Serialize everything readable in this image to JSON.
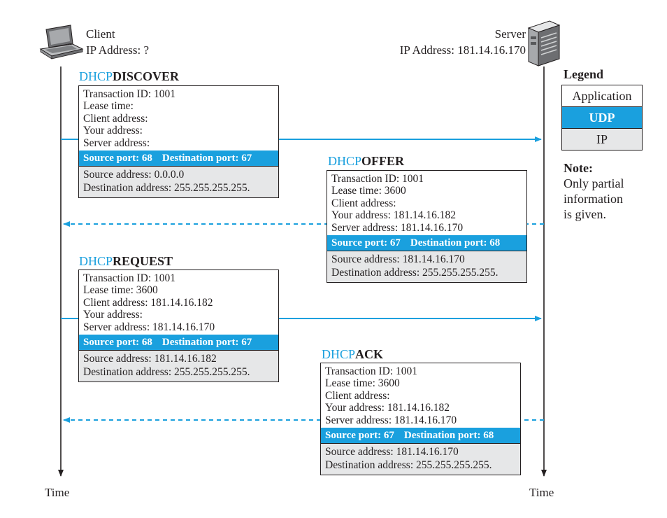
{
  "client": {
    "label": "Client",
    "ip": "IP Address: ?"
  },
  "server": {
    "label": "Server",
    "ip": "IP Address: 181.14.16.170"
  },
  "timeline": {
    "left": "Time",
    "right": "Time"
  },
  "legend": {
    "title": "Legend",
    "layers": [
      "Application",
      "UDP",
      "IP"
    ],
    "note_title": "Note:",
    "note_lines": [
      "Only partial",
      "information",
      "is given."
    ]
  },
  "colors": {
    "accent": "#1aa0de",
    "ip_fill": "#e6e7e8",
    "text": "#231f20"
  },
  "messages": [
    {
      "prefix": "DHCP",
      "name": "DISCOVER",
      "direction": "client-to-server",
      "line_style": "solid",
      "app": [
        "Transaction ID: 1001",
        "Lease time:",
        "Client address:",
        "Your address:",
        "Server address:"
      ],
      "udp": [
        "Source port: 68",
        "Destination port: 67"
      ],
      "ip": [
        "Source address: 0.0.0.0",
        "Destination address: 255.255.255.255."
      ]
    },
    {
      "prefix": "DHCP",
      "name": "OFFER",
      "direction": "server-to-client",
      "line_style": "dashed",
      "app": [
        "Transaction ID: 1001",
        "Lease time: 3600",
        "Client address:",
        "Your address: 181.14.16.182",
        "Server address: 181.14.16.170"
      ],
      "udp": [
        "Source port: 67",
        "Destination port: 68"
      ],
      "ip": [
        "Source address: 181.14.16.170",
        "Destination address: 255.255.255.255."
      ]
    },
    {
      "prefix": "DHCP",
      "name": "REQUEST",
      "direction": "client-to-server",
      "line_style": "solid",
      "app": [
        "Transaction ID: 1001",
        "Lease time: 3600",
        "Client address: 181.14.16.182",
        "Your address:",
        "Server address: 181.14.16.170"
      ],
      "udp": [
        "Source port: 68",
        "Destination port: 67"
      ],
      "ip": [
        "Source address: 181.14.16.182",
        "Destination address: 255.255.255.255."
      ]
    },
    {
      "prefix": "DHCP",
      "name": "ACK",
      "direction": "server-to-client",
      "line_style": "dashed",
      "app": [
        "Transaction ID: 1001",
        "Lease time: 3600",
        "Client address:",
        "Your address: 181.14.16.182",
        "Server address: 181.14.16.170"
      ],
      "udp": [
        "Source port: 67",
        "Destination port: 68"
      ],
      "ip": [
        "Source address: 181.14.16.170",
        "Destination address: 255.255.255.255."
      ]
    }
  ]
}
